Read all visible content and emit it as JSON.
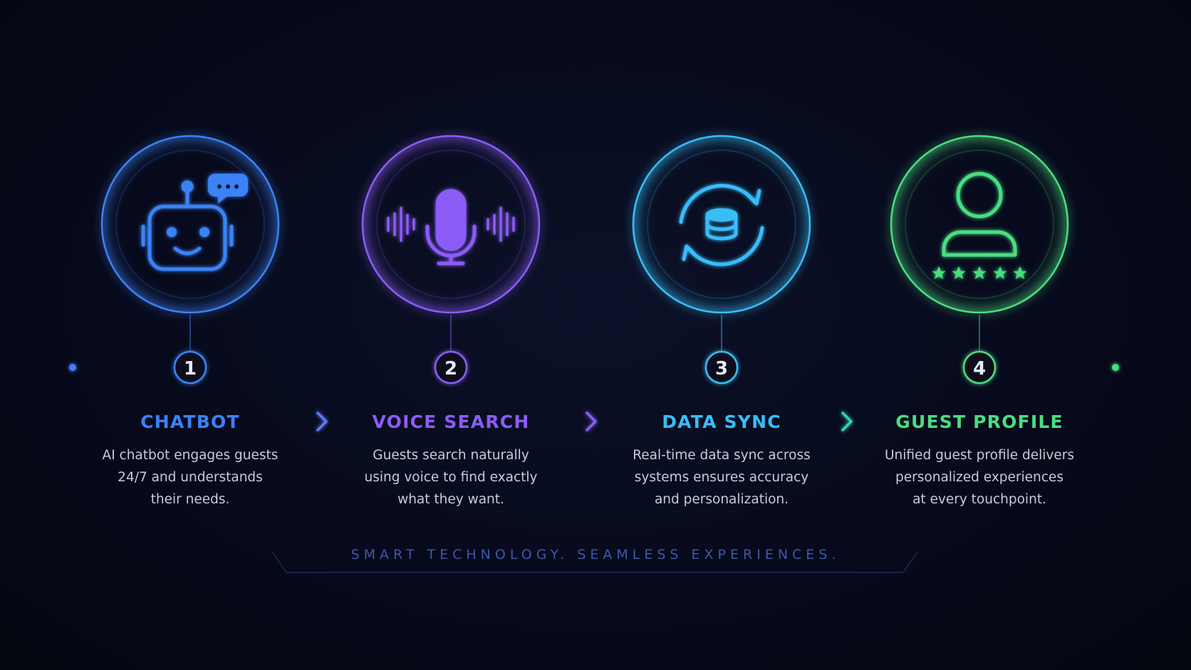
{
  "steps": [
    {
      "number": "1",
      "title": "CHATBOT",
      "description_lines": [
        "AI chatbot engages guests",
        "24/7 and understands",
        "their needs."
      ],
      "icon": "chatbot-icon",
      "color": "#3b82f6"
    },
    {
      "number": "2",
      "title": "VOICE SEARCH",
      "description_lines": [
        "Guests search naturally",
        "using voice to find exactly",
        "what they want."
      ],
      "icon": "microphone-icon",
      "color": "#8b5cf6"
    },
    {
      "number": "3",
      "title": "DATA SYNC",
      "description_lines": [
        "Real-time data sync across",
        "systems ensures accuracy",
        "and personalization."
      ],
      "icon": "data-sync-icon",
      "color": "#38bdf8"
    },
    {
      "number": "4",
      "title": "GUEST PROFILE",
      "description_lines": [
        "Unified guest profile delivers",
        "personalized experiences",
        "at every touchpoint."
      ],
      "icon": "guest-profile-icon",
      "color": "#4ade80"
    }
  ],
  "tagline": "SMART TECHNOLOGY. SEAMLESS EXPERIENCES."
}
